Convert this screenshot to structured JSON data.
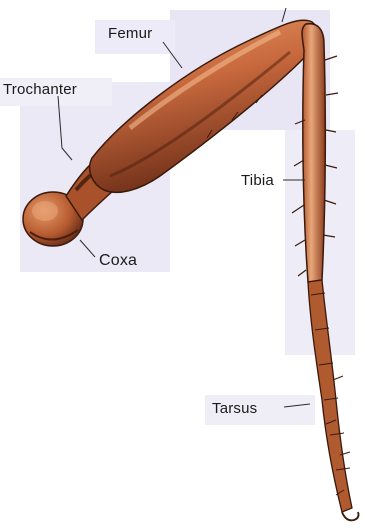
{
  "labels": {
    "femur": "Femur",
    "trochanter": "Trochanter",
    "tibia": "Tibia",
    "coxa": "Coxa",
    "tarsus": "Tarsus"
  },
  "colors": {
    "segment_fill": "#c8693e",
    "segment_highlight": "#e79a66",
    "segment_dark": "#5a2614",
    "outline": "#3a1a0c",
    "panel": "#e8e6f4"
  }
}
